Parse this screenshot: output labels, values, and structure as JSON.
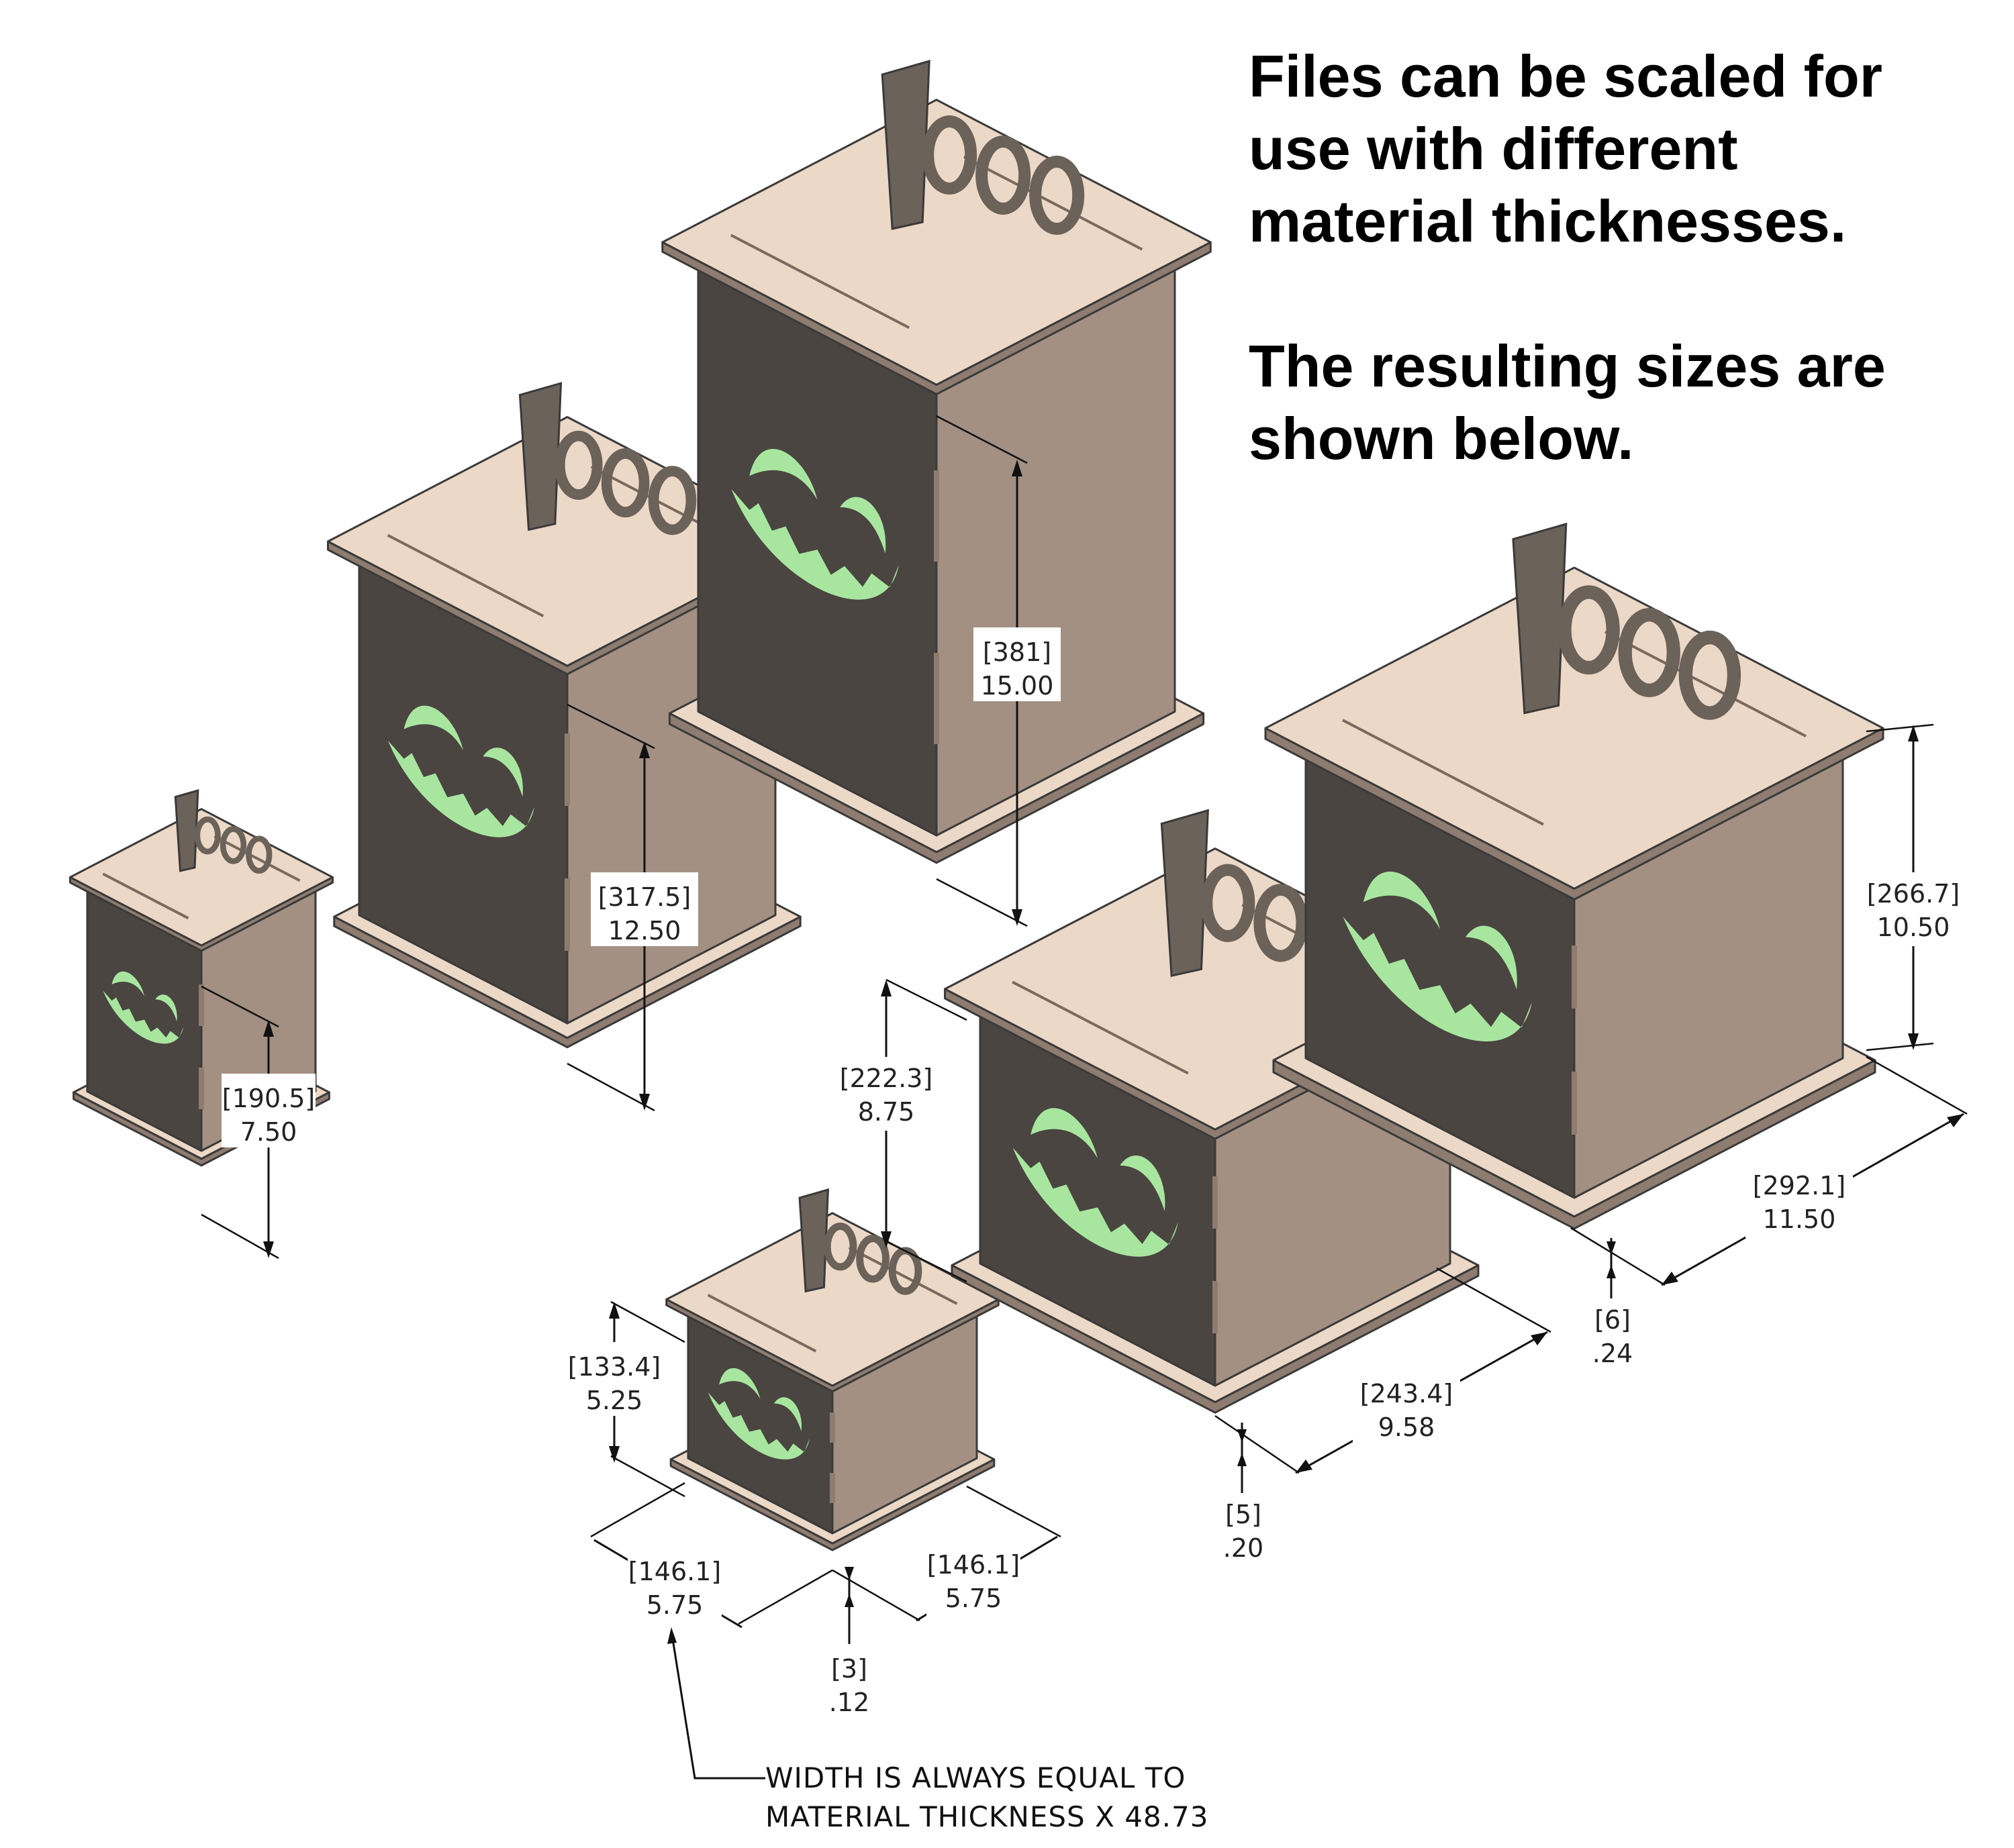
{
  "heading": {
    "line1": "Files can be scaled for",
    "line2": "use with different",
    "line3": "material thicknesses.",
    "line4": "The resulting sizes are",
    "line5": "shown below."
  },
  "colors": {
    "wood_top": "#ecd8c6",
    "wood_side": "#a39083",
    "wood_side_dark": "#8e7c70",
    "dark_panel": "#4a4540",
    "glow": "#a8e6a0",
    "handle": "#6b625a"
  },
  "dimensions": {
    "tall_boxes": [
      {
        "mm": "[190.5]",
        "in": "7.50"
      },
      {
        "mm": "[317.5]",
        "in": "12.50"
      },
      {
        "mm": "[381]",
        "in": "15.00"
      }
    ],
    "wide_boxes": {
      "small_height": {
        "mm": "[133.4]",
        "in": "5.25"
      },
      "small_width_left": {
        "mm": "[146.1]",
        "in": "5.75"
      },
      "small_width_right": {
        "mm": "[146.1]",
        "in": "5.75"
      },
      "small_thickness": {
        "mm": "[3]",
        "in": ".12"
      },
      "medium_height": {
        "mm": "[222.3]",
        "in": "8.75"
      },
      "medium_width": {
        "mm": "[243.4]",
        "in": "9.58"
      },
      "medium_thickness": {
        "mm": "[5]",
        "in": ".20"
      },
      "large_height": {
        "mm": "[266.7]",
        "in": "10.50"
      },
      "large_width": {
        "mm": "[292.1]",
        "in": "11.50"
      },
      "large_thickness": {
        "mm": "[6]",
        "in": ".24"
      }
    }
  },
  "note": {
    "line1": "WIDTH IS ALWAYS  EQUAL TO",
    "line2": "MATERIAL THICKNESS X 48.73"
  }
}
